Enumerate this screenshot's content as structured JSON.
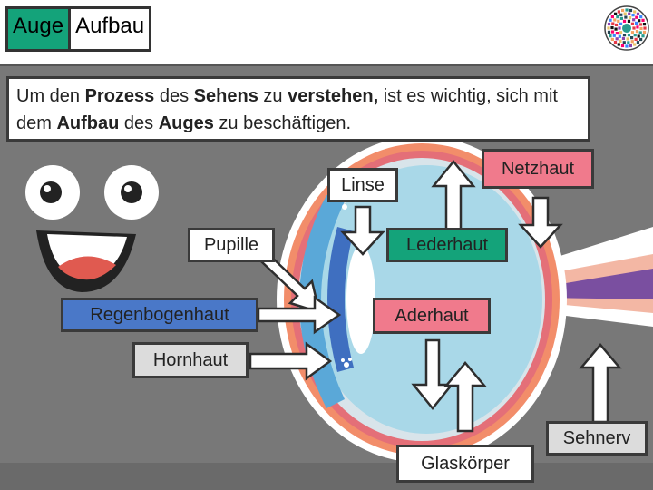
{
  "title": {
    "part1": "Auge",
    "part2": "Aufbau"
  },
  "intro": {
    "segments": [
      {
        "text": "Um den ",
        "bold": false
      },
      {
        "text": "Prozess",
        "bold": true
      },
      {
        "text": " des ",
        "bold": false
      },
      {
        "text": "Sehens",
        "bold": true
      },
      {
        "text": " zu ",
        "bold": false
      },
      {
        "text": "verstehen,",
        "bold": true
      },
      {
        "text": " ist es wichtig, sich mit dem ",
        "bold": false
      },
      {
        "text": "Aufbau",
        "bold": true
      },
      {
        "text": " des ",
        "bold": false
      },
      {
        "text": "Auges",
        "bold": true
      },
      {
        "text": " zu beschäftigen.",
        "bold": false
      }
    ]
  },
  "labels": {
    "linse": "Linse",
    "netzhaut": "Netzhaut",
    "pupille": "Pupille",
    "lederhaut": "Lederhaut",
    "regenbogenhaut": "Regenbogenhaut",
    "aderhaut": "Aderhaut",
    "hornhaut": "Hornhaut",
    "sehnerv": "Sehnerv",
    "glaskoerper": "Glaskörper"
  },
  "colors": {
    "background": "#787878",
    "title_accent": "#14a37a",
    "netzhaut_box": "#f07a8c",
    "lederhaut_box": "#14a37a",
    "regenbogenhaut_box": "#4a78c8",
    "aderhaut_box": "#f07a8c",
    "glaskoerper_box": "#ffffff",
    "sehnerv_box": "#dcdcdc",
    "eyeball_fill": "#a9d8e8",
    "eyeball_outline": "#e97a5c"
  },
  "icons": {
    "logo": "mosaic-circle-logo",
    "face": "smiley-face-icon"
  }
}
